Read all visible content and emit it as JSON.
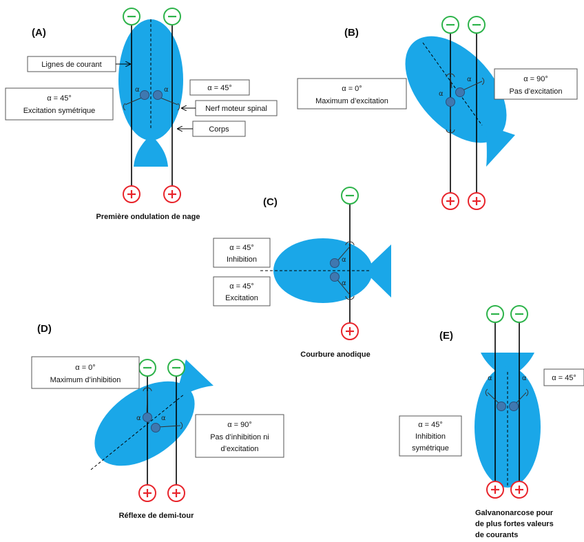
{
  "panels": {
    "a": "(A)",
    "b": "(B)",
    "c": "(C)",
    "d": "(D)",
    "e": "(E)"
  },
  "panel_a": {
    "streamlines": "Lignes de courant",
    "alpha_left_1": "α = 45°",
    "alpha_left_2": "Excitation symétrique",
    "alpha_right": "α = 45°",
    "nerve": "Nerf moteur spinal",
    "body": "Corps",
    "caption": "Première ondulation de nage"
  },
  "panel_b": {
    "left_1": "α = 0°",
    "left_2": "Maximum d’excitation",
    "right_1": "α = 90°",
    "right_2": "Pas d’excitation"
  },
  "panel_c": {
    "top_1": "α = 45°",
    "top_2": "Inhibition",
    "bot_1": "α = 45°",
    "bot_2": "Excitation",
    "caption": "Courbure anodique"
  },
  "panel_d": {
    "left_1": "α = 0°",
    "left_2": "Maximum d’inhibition",
    "right_1": "α = 90°",
    "right_2": "Pas d’inhibition ni",
    "right_3": "d’excitation",
    "caption": "Réflexe de demi-tour"
  },
  "panel_e": {
    "right": "α = 45°",
    "left_1": "α = 45°",
    "left_2": "Inhibition",
    "left_3": "symétrique",
    "caption_1": "Galvanonarcose pour",
    "caption_2": "de plus fortes valeurs",
    "caption_3": "de courants"
  },
  "symbols": {
    "alpha": "α"
  },
  "colors": {
    "fish": "#1aa7e8",
    "cathode": "#2db34a",
    "anode": "#e8242b",
    "neuron": "#3f78b0"
  }
}
